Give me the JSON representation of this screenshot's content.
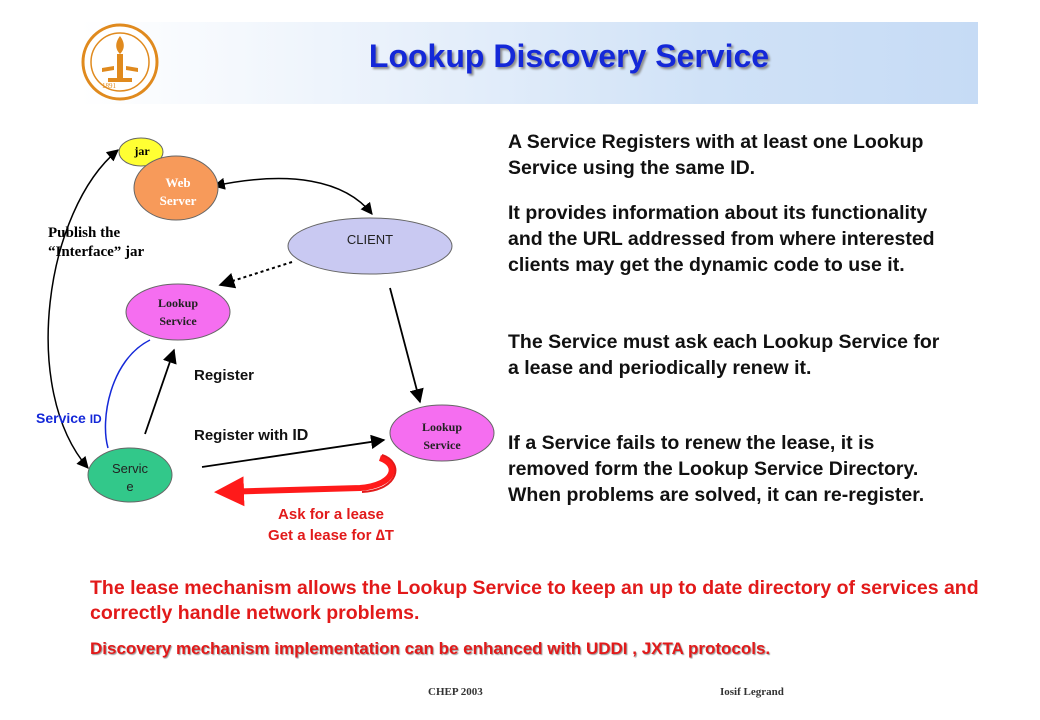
{
  "title": "Lookup Discovery Service",
  "diagram": {
    "jar": "jar",
    "web_server": "Web Server",
    "client": "CLIENT",
    "lookup_service_1": "Lookup Service",
    "lookup_service_2": "Lookup Service",
    "service": "Servic e",
    "publish": "Publish the “Interface” jar",
    "service_id_prefix": "Service ",
    "service_id_suffix": "ID",
    "register": "Register",
    "register_with_prefix": "Register with ",
    "register_with_suffix": "ID",
    "ask_lease": "Ask for a lease",
    "get_lease": "Get a lease for ∆T"
  },
  "paragraphs": [
    "A Service Registers with at least one Lookup Service using the same ID.",
    "It provides information about its functionality and the URL addressed from where interested clients may get the dynamic code to use it.",
    "The Service must ask each Lookup Service for a lease and periodically renew it.",
    "If a Service fails to renew the lease, it is removed form the Lookup Service Directory. When problems are solved, it can re-register."
  ],
  "summary": "The lease mechanism allows the Lookup Service to keep an up to date directory of services and correctly handle network problems.",
  "note": "Discovery mechanism implementation can be enhanced with UDDI , JXTA protocols.",
  "footer": {
    "left": "CHEP 2003",
    "right": "Iosif Legrand"
  },
  "colors": {
    "title": "#1428d8",
    "red_text": "#e21a1a",
    "web_server": "#f79a5a",
    "lookup_service": "#f56ef0",
    "client": "#c9c9f2",
    "service": "#32c88a",
    "jar": "#ffff33"
  }
}
